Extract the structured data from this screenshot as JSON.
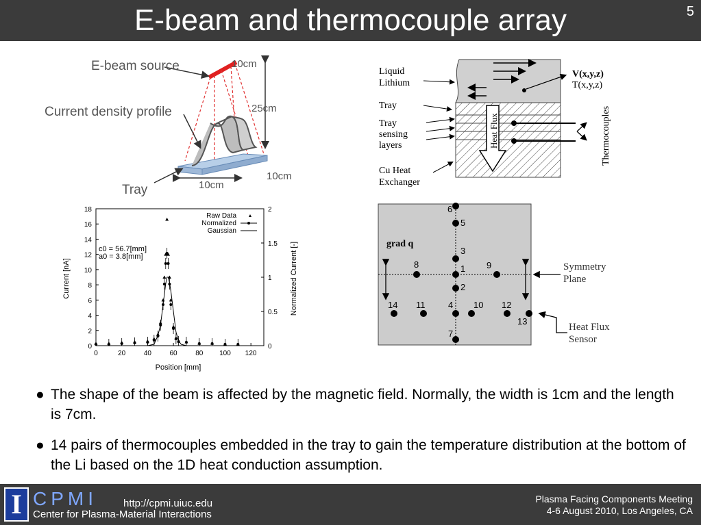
{
  "header": {
    "title": "E-beam and thermocouple array",
    "slide_number": "5"
  },
  "beam_diagram": {
    "ebeam_source": "E-beam source",
    "current_density_profile": "Current density profile",
    "tray": "Tray",
    "dim_10cm_top": "10cm",
    "dim_25cm": "25cm",
    "dim_10cm_right": "10cm",
    "dim_10cm_bottom": "10cm"
  },
  "cross_section": {
    "liquid_lithium": [
      "Liquid",
      "Lithium"
    ],
    "tray": "Tray",
    "tray_sensing_layers": [
      "Tray",
      "sensing",
      "layers"
    ],
    "cu_heat_exchanger": [
      "Cu Heat",
      "Exchanger"
    ],
    "heat_flux": "Heat Flux",
    "thermocouples": "Thermocouples",
    "velocity": "V(x,y,z)",
    "temperature": "T(x,y,z)"
  },
  "tc_map": {
    "grad_q": "grad q",
    "symmetry_plane": [
      "Symmetry",
      "Plane"
    ],
    "heat_flux_sensor": [
      "Heat Flux",
      "Sensor"
    ],
    "points": [
      "1",
      "2",
      "3",
      "4",
      "5",
      "6",
      "7",
      "8",
      "9",
      "10",
      "11",
      "12",
      "13",
      "14"
    ]
  },
  "chart_data": {
    "type": "scatter",
    "xlabel": "Position [mm]",
    "ylabel": "Current [nA]",
    "y2label": "Normalized Current [-]",
    "xlim": [
      0,
      130
    ],
    "ylim": [
      0,
      18
    ],
    "y2lim": [
      0,
      2
    ],
    "x_ticks": [
      "0",
      "20",
      "40",
      "60",
      "80",
      "100",
      "120"
    ],
    "y_ticks": [
      "0",
      "2",
      "4",
      "6",
      "8",
      "10",
      "12",
      "14",
      "16",
      "18"
    ],
    "y2_ticks": [
      "0",
      "0.5",
      "1",
      "1.5",
      "2"
    ],
    "legend": [
      "Raw Data",
      "Normalized",
      "Gaussian"
    ],
    "legend_position": "top-right",
    "annotations": [
      "c0 = 56.7[mm]",
      "a0 = 3.8[mm]"
    ],
    "series": [
      {
        "name": "Raw Data",
        "x": [
          0,
          10,
          20,
          30,
          40,
          45,
          48,
          50,
          52,
          53,
          54,
          55,
          56,
          57,
          58,
          60,
          62,
          64,
          70,
          80,
          90,
          100,
          110
        ],
        "y": [
          0.3,
          0.3,
          0.4,
          0.5,
          0.6,
          0.9,
          1.5,
          3,
          6,
          9,
          12,
          16.6,
          12,
          9,
          6,
          2.5,
          1,
          0.6,
          0.5,
          0.3,
          0.3,
          0.2,
          0.2
        ]
      },
      {
        "name": "Normalized",
        "x": [
          0,
          10,
          20,
          30,
          40,
          45,
          48,
          50,
          52,
          53,
          54,
          55,
          56,
          57,
          58,
          60,
          62,
          64,
          70,
          80,
          90,
          100,
          110
        ],
        "y": [
          0.02,
          0.02,
          0.03,
          0.04,
          0.05,
          0.08,
          0.14,
          0.3,
          0.6,
          0.9,
          1.2,
          1.35,
          1.2,
          0.9,
          0.6,
          0.25,
          0.1,
          0.06,
          0.05,
          0.03,
          0.03,
          0.02,
          0.02
        ]
      },
      {
        "name": "Gaussian",
        "x": [
          40,
          45,
          48,
          50,
          52,
          54,
          55,
          56,
          57,
          58,
          60,
          62,
          64,
          66,
          70
        ],
        "y": [
          0,
          0.02,
          0.15,
          0.3,
          0.6,
          0.9,
          1,
          1,
          0.92,
          0.8,
          0.5,
          0.2,
          0.07,
          0.02,
          0
        ]
      }
    ]
  },
  "bullets": [
    "The shape of the beam is affected by the magnetic field. Normally, the width is 1cm and the length is 7cm.",
    "14 pairs of thermocouples embedded in the tray to gain the temperature distribution at the bottom of the Li based on the 1D heat conduction assumption."
  ],
  "footer": {
    "logo_letter": "I",
    "brand": "CPMI",
    "brand_sub": "Center for Plasma-Material Interactions",
    "url": "http://cpmi.uiuc.edu",
    "meeting": "Plasma Facing Components Meeting",
    "date_location": "4-6 August 2010, Los Angeles, CA"
  }
}
